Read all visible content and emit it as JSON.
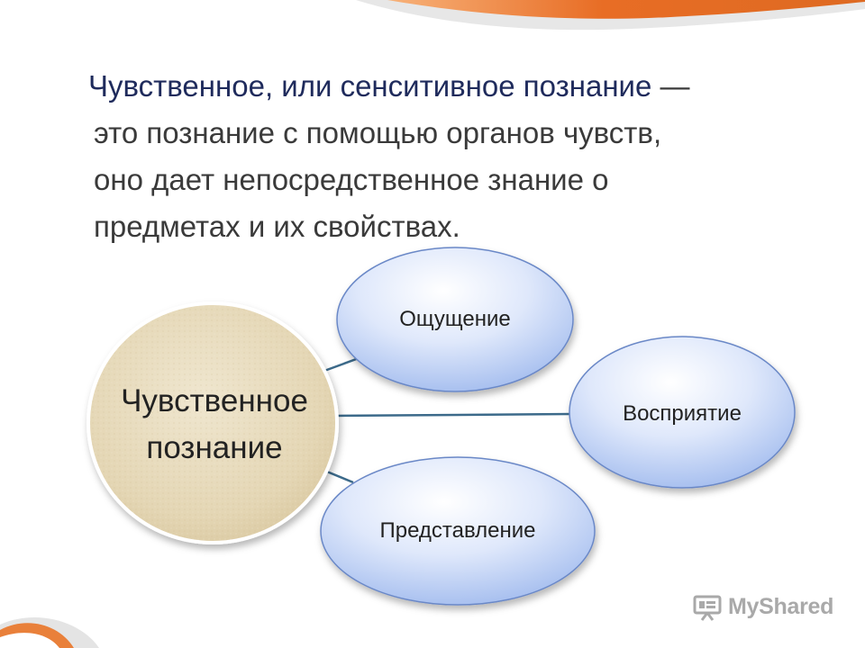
{
  "definition": {
    "term": "Чувственное, или сенситивное познание",
    "dash": " —",
    "lines": [
      "это познание с помощью органов чувств,",
      "оно дает непосредственное знание о",
      "предметах и их свойствах."
    ]
  },
  "diagram": {
    "center_lines": [
      "Чувственное",
      "познание"
    ],
    "nodes": [
      {
        "label": "Ощущение"
      },
      {
        "label": "Восприятие"
      },
      {
        "label": "Представление"
      }
    ]
  },
  "logo": {
    "text": "MyShared"
  },
  "colors": {
    "accent_orange": "#e4712c",
    "node_fill_light": "#f2f6ff",
    "node_fill_dark": "#9fb9ee",
    "node_stroke": "#6a88c7",
    "center_fill": "#e8dcc0",
    "connector": "#3c6a8a"
  }
}
